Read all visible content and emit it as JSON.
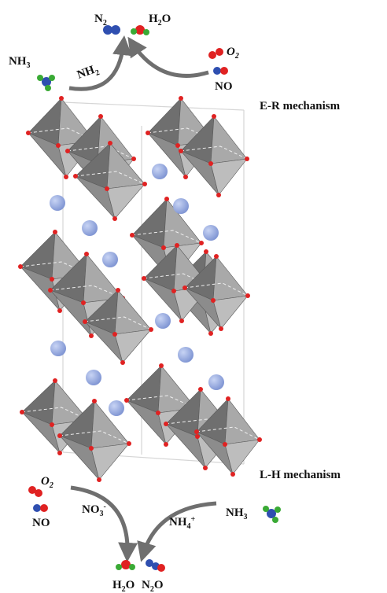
{
  "top": {
    "n2": "N",
    "n2_sub": "2",
    "h2o": "H",
    "h2o_sub": "2",
    "h2o_o": "O",
    "nh3": "NH",
    "nh3_sub": "3",
    "nh2": "NH",
    "nh2_sub": "2",
    "o2": "O",
    "o2_sub": "2",
    "no": "NO"
  },
  "mechanisms": {
    "er": "E-R mechanism",
    "lh": "L-H mechanism"
  },
  "bottom": {
    "o2": "O",
    "o2_sub": "2",
    "no": "NO",
    "no3": "NO",
    "no3_sub": "3",
    "no3_sup": "-",
    "nh4": "NH",
    "nh4_sub": "4",
    "nh4_sup": "+",
    "nh3": "NH",
    "nh3_sub": "3",
    "h2o": "H",
    "h2o_sub": "2",
    "h2o_o": "O",
    "n2o": "N",
    "n2o_sub": "2",
    "n2o_o": "O"
  },
  "colors": {
    "nitrogen": "#2f4fb0",
    "oxygen": "#e02222",
    "hydrogen": "#3aaa35",
    "octahedron_light": "#a9a9a9",
    "octahedron_dark": "#6f6f6f",
    "cation": "#8fa6de",
    "arrow": "#6f6f6f"
  }
}
